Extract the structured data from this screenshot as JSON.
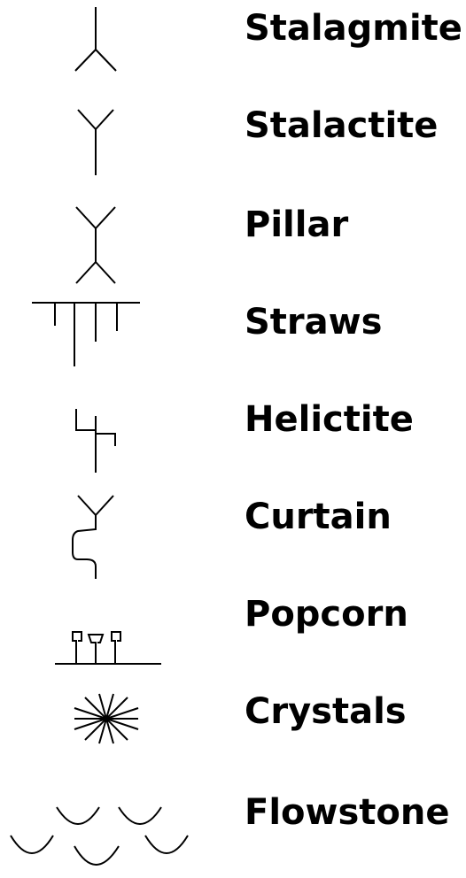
{
  "legend": {
    "items": [
      {
        "label": "Stalagmite",
        "icon": "stalagmite-icon"
      },
      {
        "label": "Stalactite",
        "icon": "stalactite-icon"
      },
      {
        "label": "Pillar",
        "icon": "pillar-icon"
      },
      {
        "label": "Straws",
        "icon": "straws-icon"
      },
      {
        "label": "Helictite",
        "icon": "helictite-icon"
      },
      {
        "label": "Curtain",
        "icon": "curtain-icon"
      },
      {
        "label": "Popcorn",
        "icon": "popcorn-icon"
      },
      {
        "label": "Crystals",
        "icon": "crystals-icon"
      },
      {
        "label": "Flowstone",
        "icon": "flowstone-icon"
      }
    ]
  }
}
